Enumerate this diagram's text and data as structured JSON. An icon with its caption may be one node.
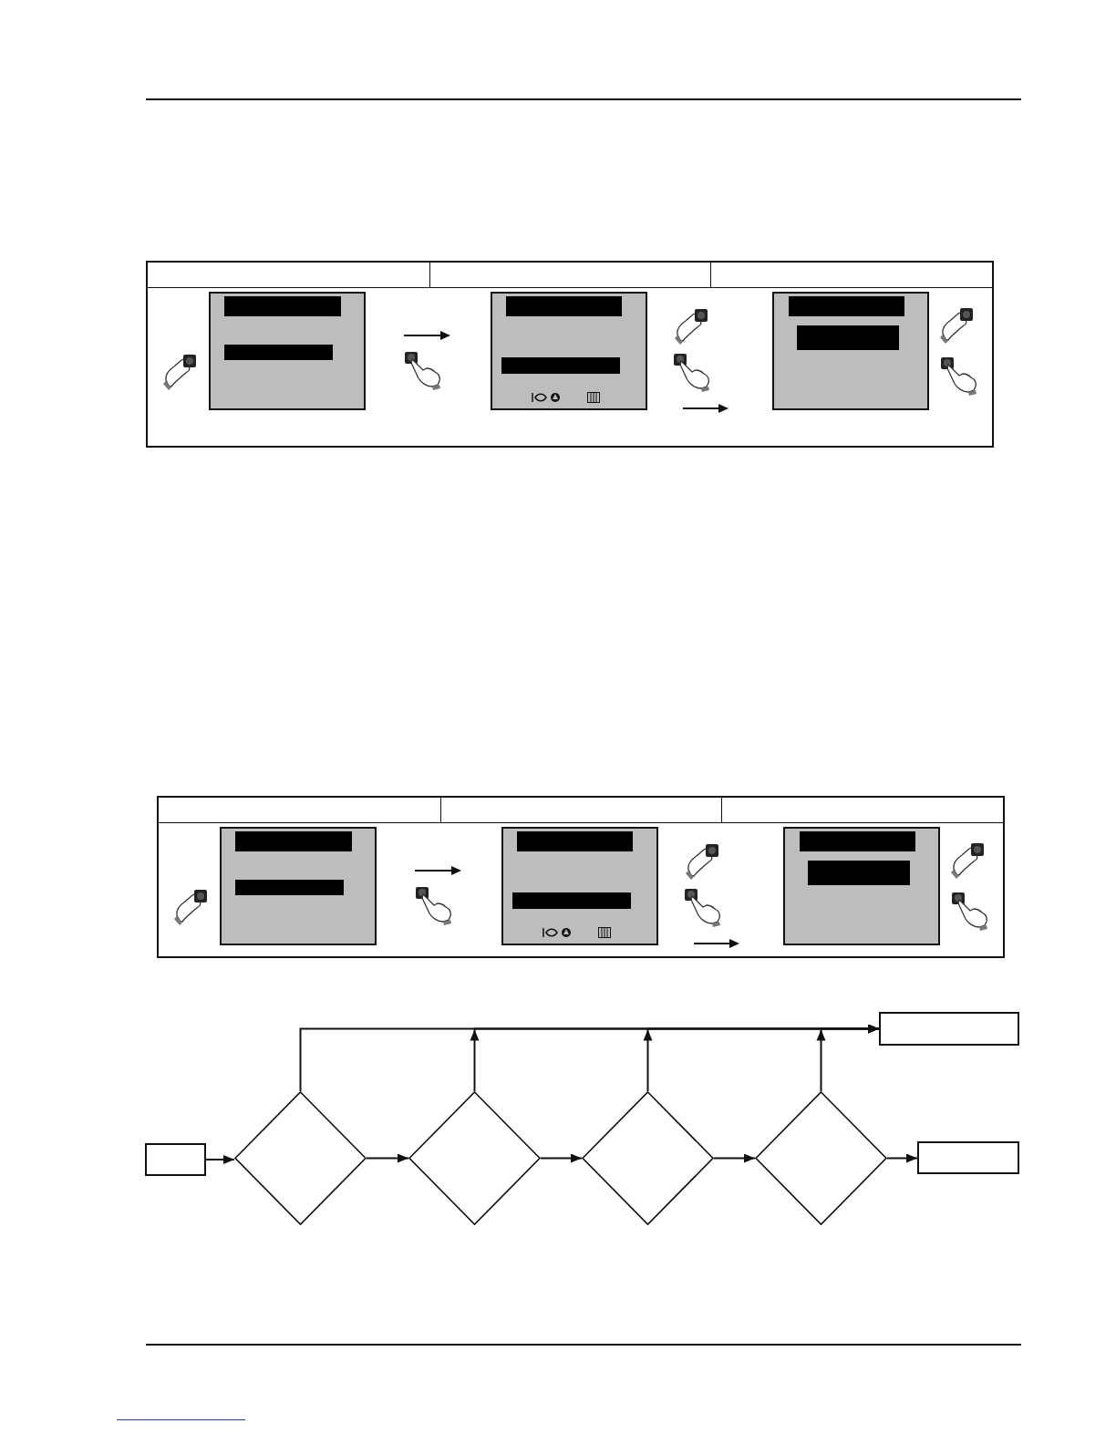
{
  "diagram": {
    "nodes": [
      {
        "text": [],
        "shape": "box"
      },
      {
        "text": [],
        "shape": "diamond"
      },
      {
        "text": [],
        "shape": "diamond"
      },
      {
        "text": [],
        "shape": "diamond"
      },
      {
        "text": [],
        "shape": "diamond"
      },
      {
        "text": [],
        "shape": "box"
      },
      {
        "text": [],
        "shape": "box"
      }
    ],
    "edges": [
      {
        "from": 0,
        "to": 1,
        "arrow": "to"
      },
      {
        "from": 1,
        "to": 2,
        "arrow": "to"
      },
      {
        "from": 2,
        "to": 3,
        "arrow": "to"
      },
      {
        "from": 3,
        "to": 4,
        "arrow": "to"
      },
      {
        "from": 4,
        "to": 6,
        "arrow": "to"
      },
      {
        "from": 1,
        "to": 5,
        "arrow": "to"
      },
      {
        "from": 2,
        "to": 5,
        "arrow": "to"
      },
      {
        "from": 3,
        "to": 5,
        "arrow": "to"
      },
      {
        "from": 4,
        "to": 5,
        "arrow": "to"
      }
    ]
  }
}
